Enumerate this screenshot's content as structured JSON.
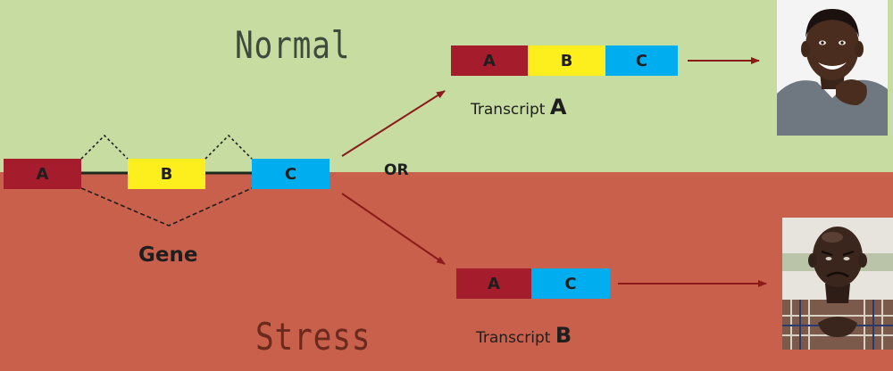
{
  "titles": {
    "normal": "Normal",
    "stress": "Stress"
  },
  "gene": {
    "label": "Gene",
    "exons": [
      {
        "name": "A",
        "color": "#a51d2d"
      },
      {
        "name": "B",
        "color": "#fdee1d"
      },
      {
        "name": "C",
        "color": "#00aeef"
      }
    ]
  },
  "connector": "OR",
  "transcript_a": {
    "label_prefix": "Transcript",
    "label_letter": "A",
    "exons": [
      "A",
      "B",
      "C"
    ]
  },
  "transcript_b": {
    "label_prefix": "Transcript",
    "label_letter": "B",
    "exons": [
      "A",
      "C"
    ]
  },
  "colors": {
    "normal_background": "#c6dca0",
    "stress_background": "#c9604c",
    "arrow": "#8b1a1a"
  },
  "images": {
    "normal": "smiling-man-photo",
    "stress": "frowning-man-photo"
  }
}
